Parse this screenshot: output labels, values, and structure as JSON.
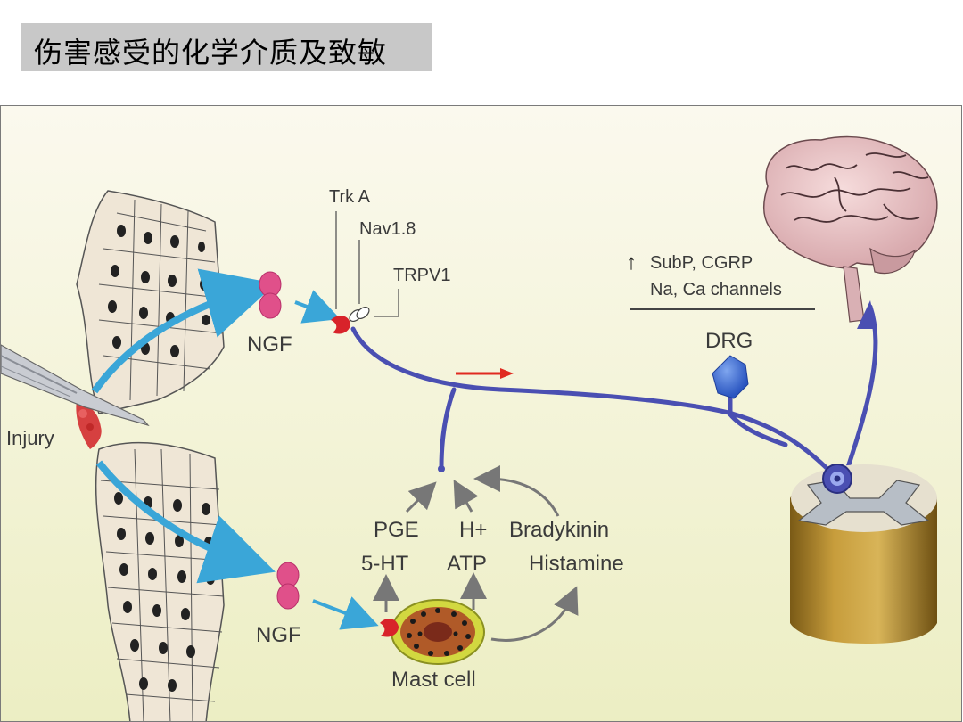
{
  "title": "伤害感受的化学介质及致敏",
  "diagram": {
    "labels": {
      "injury": "Injury",
      "ngf_top": "NGF",
      "ngf_bottom": "NGF",
      "trk_a": "Trk A",
      "nav18": "Nav1.8",
      "trpv1": "TRPV1",
      "up_arrow": "↑",
      "subp_cgrp": "SubP, CGRP",
      "na_ca": "Na, Ca channels",
      "drg": "DRG",
      "pge": "PGE",
      "h_plus": "H+",
      "bradykinin": "Bradykinin",
      "ht5": "5-HT",
      "atp": "ATP",
      "histamine": "Histamine",
      "mast_cell": "Mast cell"
    },
    "colors": {
      "background_top": "#fbf8ea",
      "background_bottom": "#eeeec5",
      "nerve": "#4a4fb2",
      "ngf": "#e0508a",
      "receptor": "#d8232a",
      "blue_arrow": "#3aa6d8",
      "signal_arrow": "#e02a20",
      "drg": "#3a6fd0",
      "spinal_cord": "#a8832e"
    }
  }
}
